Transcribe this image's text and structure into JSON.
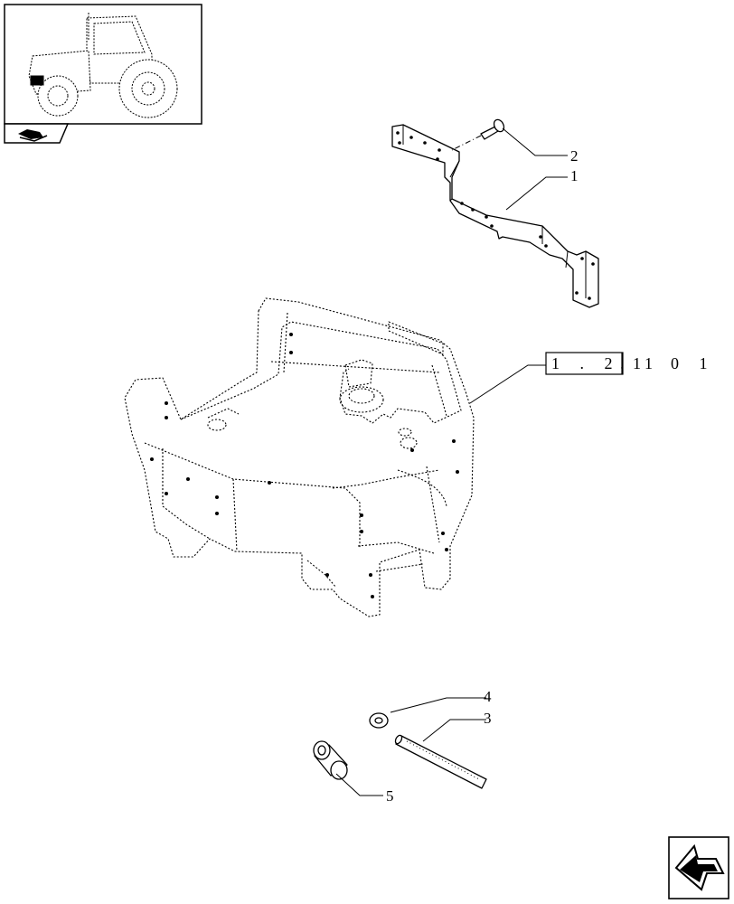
{
  "reference": {
    "parts": [
      "1 . 2 1",
      ". 1",
      "0 1"
    ]
  },
  "callouts": [
    {
      "id": "1",
      "label": "1"
    },
    {
      "id": "2",
      "label": "2"
    },
    {
      "id": "3",
      "label": "3"
    },
    {
      "id": "4",
      "label": "4"
    },
    {
      "id": "5",
      "label": "5"
    }
  ],
  "thumbnail": {
    "icon": "tractor-icon"
  },
  "nav": {
    "prev_icon": "previous-page-icon",
    "next_icon": "next-page-icon"
  },
  "colors": {
    "ink": "#000000",
    "paper": "#ffffff"
  }
}
